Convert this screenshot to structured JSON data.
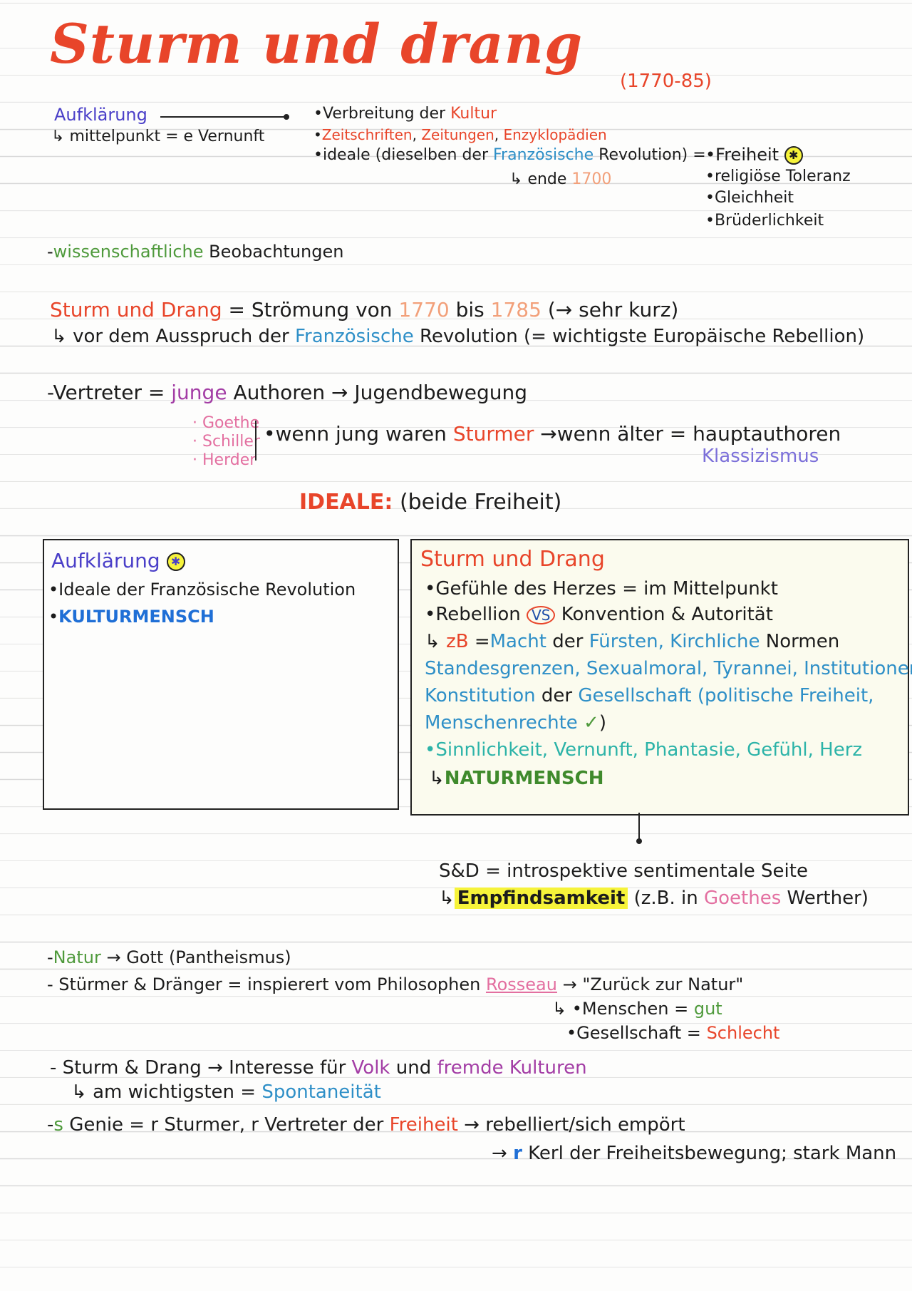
{
  "title": {
    "main": "Sturm und drang",
    "years": "(1770-85)"
  },
  "aufklaerung": {
    "label": "Aufklärung",
    "sub": "mittelpunkt = e Vernunft"
  },
  "kultur": {
    "l1a": "•Verbreitung der",
    "l1b": "Kultur",
    "l2a": "•",
    "l2b": "Zeitschriften",
    "l2c": ",",
    "l2d": "Zeitungen",
    "l2e": ",",
    "l2f": "Enzyklopädien",
    "l3a": "•ideale (dieselben der",
    "l3b": "Französische",
    "l3c": "Revolution) =",
    "l4a": "ende",
    "l4b": "1700"
  },
  "ideale_list": [
    "•Freiheit",
    "•religiöse Toleranz",
    "•Gleichheit",
    "•Brüderlichkeit"
  ],
  "star": "✱",
  "wiss": {
    "a": "-",
    "b": "wissenschaftliche",
    "c": "Beobachtungen"
  },
  "sud": {
    "a": "Sturm und Drang",
    "b": "= Strömung von",
    "c": "1770",
    "d": "bis",
    "e": "1785",
    "f": "(→ sehr kurz)",
    "g": "vor dem Ausspruch der",
    "h": "Französische",
    "i": "Revolution (= wichtigste Europäische Rebellion)"
  },
  "vertreter": {
    "a": "-Vertreter =",
    "b": "junge",
    "c": "Authoren",
    "d": "→ Jugendbewegung",
    "names": [
      "Goethe",
      "Schiller",
      "Herder"
    ],
    "e": "wenn jung waren",
    "f": "Sturmer",
    "g": "→wenn älter = hauptauthoren",
    "h": "Klassizismus"
  },
  "ideale": {
    "a": "IDEALE:",
    "b": "(beide Freiheit)"
  },
  "box_left": {
    "title": "Aufklärung",
    "l1": "•Ideale der Französische Revolution",
    "l2a": "•",
    "l2b": "KULTURMENSCH"
  },
  "box_right": {
    "title": "Sturm und Drang",
    "l1": "•Gefühle des Herzes = im Mittelpunkt",
    "l2a": "•Rebellion",
    "l2vs": "VS",
    "l2b": "Konvention & Autorität",
    "l3a": "zB",
    "l3b": "=",
    "l3c": "Macht",
    "l3d": "der",
    "l3e": "Fürsten,",
    "l3f": "Kirchliche",
    "l3g": "Normen",
    "l4": "Standesgrenzen, Sexualmoral, Tyrannei, Institutionen,",
    "l5a": "Konstitution",
    "l5b": "der",
    "l5c": "Gesellschaft",
    "l5d": "(politische Freiheit,",
    "l6a": "Menschenrechte",
    "l6b": "✓",
    ")": ")",
    "l7": "•Sinnlichkeit, Vernunft, Phantasie, Gefühl, Herz",
    "l8": "NATURMENSCH"
  },
  "sd": {
    "a": "S&D = introspektive sentimentale Seite",
    "b": "Empfindsamkeit",
    "c": "(z.B. in",
    "d": "Goethes",
    "e": "Werther)"
  },
  "natur": {
    "a": "-",
    "b": "Natur",
    "c": "→ Gott (Pantheismus)"
  },
  "stuermer": {
    "a": "- Stürmer & Dränger = inspierert vom Philosophen",
    "b": "Rosseau",
    "c": "→ \"Zurück zur Natur\"",
    "d": "•Menschen =",
    "e": "gut",
    "f": "•Gesellschaft =",
    "g": "Schlecht"
  },
  "interesse": {
    "a": "- Sturm & Drang →",
    "b": "Interesse für",
    "c": "Volk",
    "d": "und",
    "e": "fremde Kulturen",
    "f": "am wichtigsten =",
    "g": "Spontaneität"
  },
  "genie": {
    "a": "-",
    "b": "s",
    "c": "Genie = r Sturmer, r Vertreter der",
    "d": "Freiheit",
    "e": "→ rebelliert/sich empört",
    "f": "→",
    "g": "r",
    "h": "Kerl der Freiheitsbewegung; stark Mann"
  }
}
